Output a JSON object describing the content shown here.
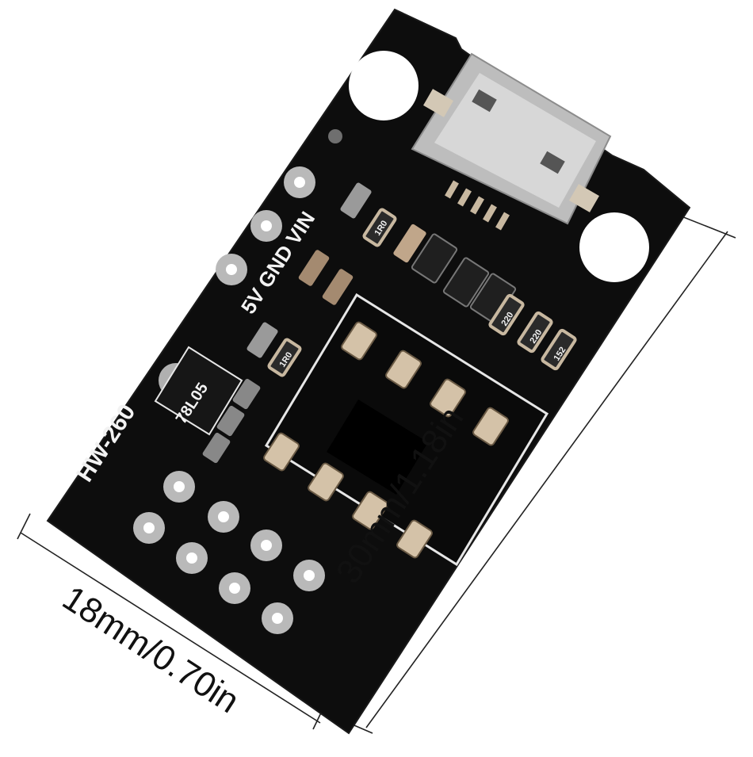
{
  "product": {
    "board_model": "HW-260",
    "regulator_marking": "78L05",
    "power_pins_label": "5V GND VIN",
    "resistor_markings": [
      "1R0",
      "1R0",
      "220",
      "220",
      "152"
    ]
  },
  "dimensions": {
    "length": "30mm/1.18in",
    "width": "18mm/0.70in"
  },
  "colors": {
    "pcb": "#0d0d0d",
    "silkscreen": "#f2f2f2",
    "pad": "#b9b9b9",
    "socket_contact": "#c8b8a0",
    "background": "#ffffff"
  }
}
